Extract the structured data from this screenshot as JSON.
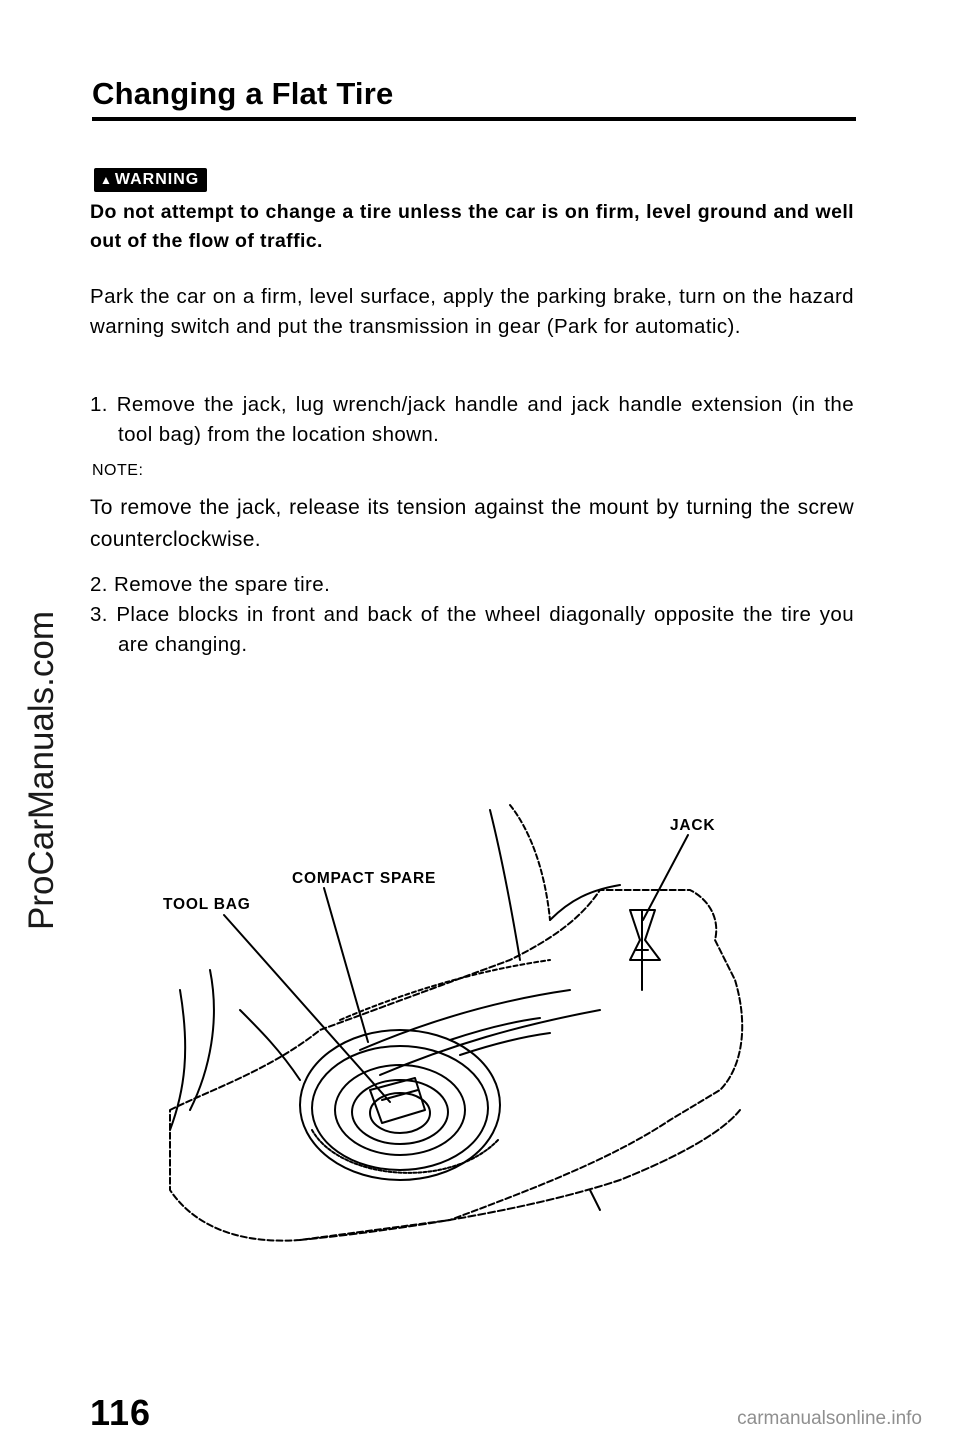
{
  "page": {
    "title": "Changing a Flat Tire",
    "warning_label": "WARNING",
    "warning_text": "Do not attempt to change a tire unless the car is on firm, level ground and well out of the flow of traffic.",
    "intro": "Park the car on a firm, level surface, apply the parking brake, turn on the hazard warning switch and put the transmission in gear (Park for automatic).",
    "steps": [
      "1. Remove the jack, lug wrench/jack handle and jack handle extension (in the tool bag) from the location shown.",
      "2. Remove the spare tire.",
      "3. Place blocks in front and back of the wheel diagonally opposite the tire you are changing."
    ],
    "note_label": "NOTE:",
    "note_text": "To remove the jack, release its tension against the mount by turning the screw counterclockwise.",
    "page_number": "116"
  },
  "illustration": {
    "labels": {
      "jack": "JACK",
      "compact_spare": "COMPACT SPARE",
      "tool_bag": "TOOL BAG"
    }
  },
  "watermarks": {
    "side": "ProCarManuals.com",
    "footer": "carmanualsonline.info"
  }
}
